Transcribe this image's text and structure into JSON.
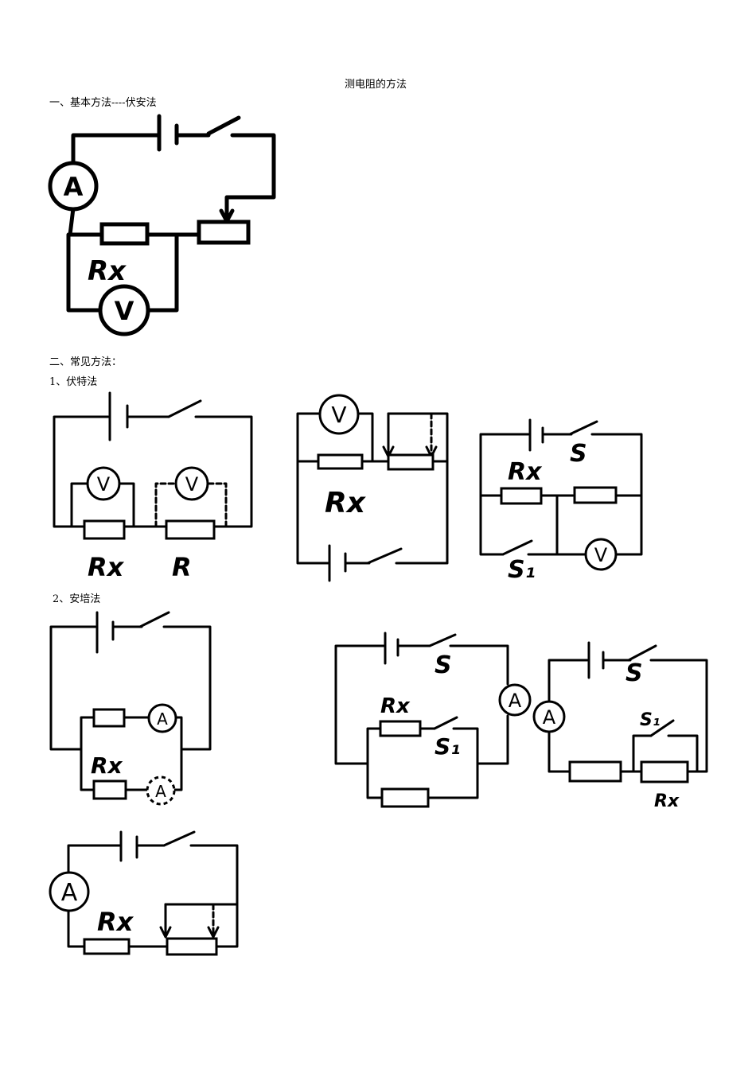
{
  "title": "测电阻的方法",
  "section1": {
    "heading": "一、基本方法----伏安法"
  },
  "section2": {
    "heading": "二、常见方法：",
    "sub1": "1、伏特法",
    "sub2": "2、安培法"
  },
  "labels": {
    "A": "A",
    "V": "V",
    "Rx": "Rx",
    "R": "R",
    "S": "S",
    "S1": "S₁",
    "S1b": "S₁"
  }
}
